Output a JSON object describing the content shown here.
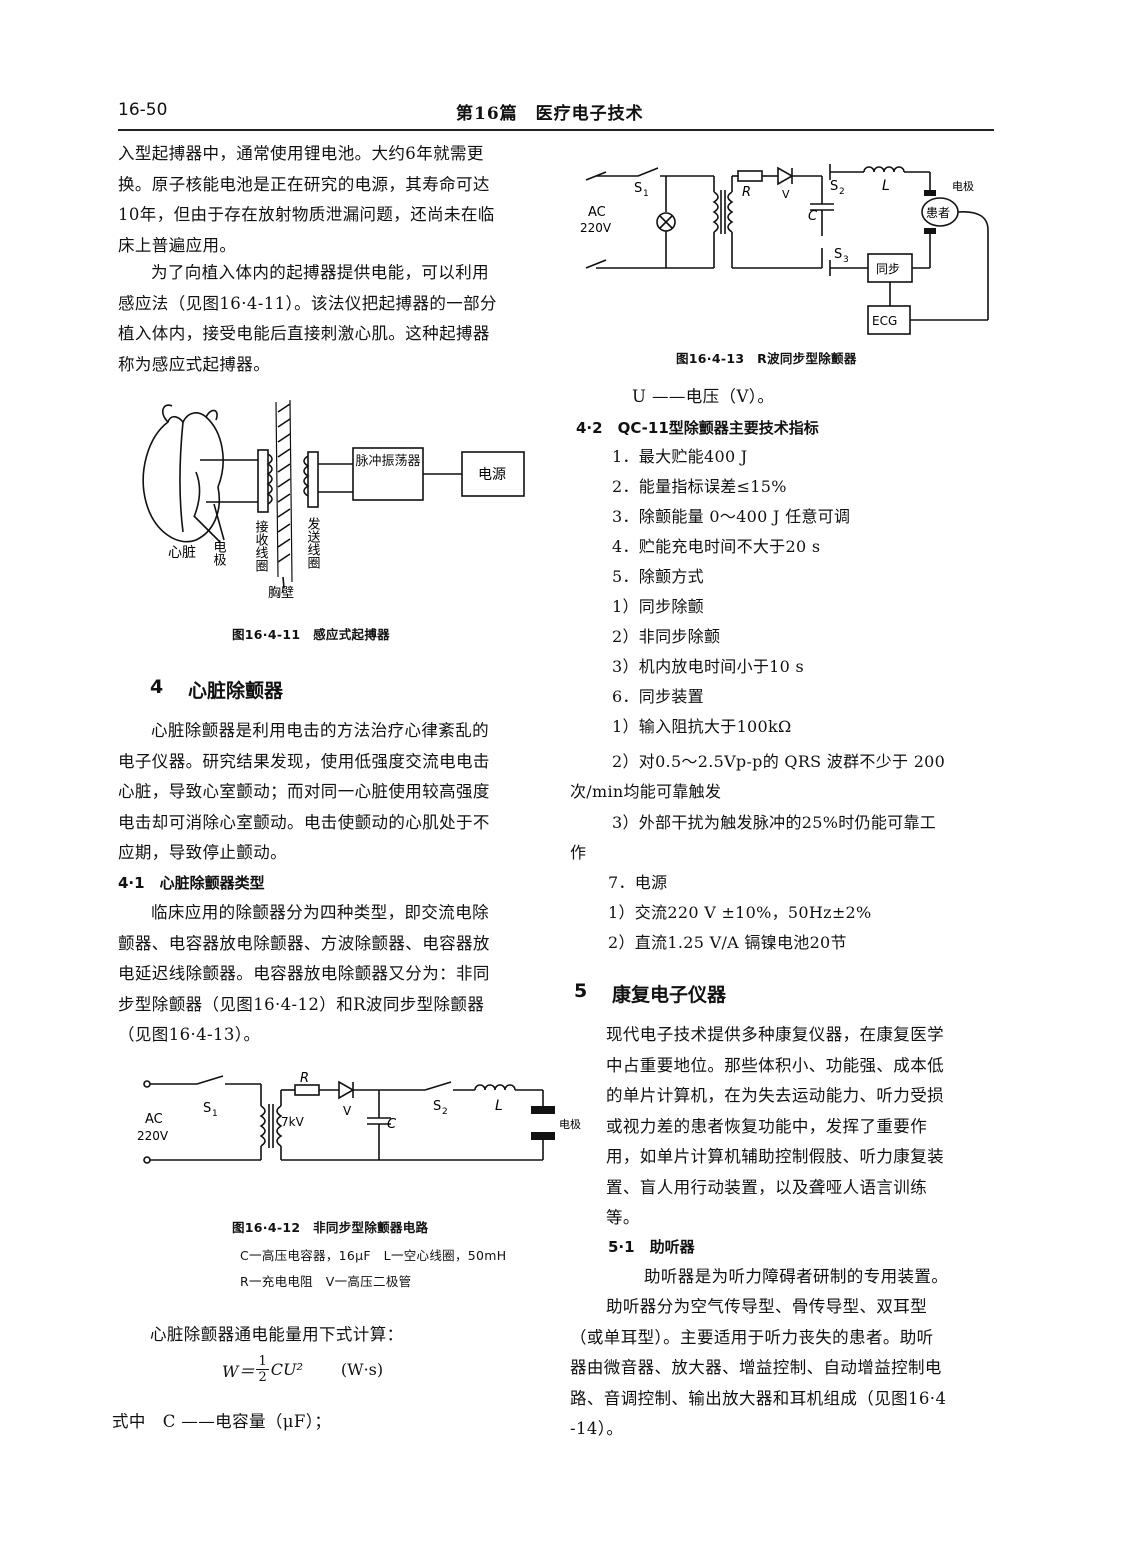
{
  "header": {
    "page_number": "16-50",
    "title": "第16篇　医疗电子技术"
  },
  "left": {
    "para1": [
      "入型起搏器中，通常使用锂电池。大约6年就需更",
      "换。原子核能电池是正在研究的电源，其寿命可达",
      "10年，但由于存在放射物质泄漏问题，还尚未在临",
      "床上普遍应用。"
    ],
    "para2": [
      "为了向植入体内的起搏器提供电能，可以利用",
      "感应法（见图16·4-11）。该法仪把起搏器的一部分",
      "植入体内，接受电能后直接刺激心肌。这种起搏器",
      "称为感应式起搏器。"
    ],
    "fig11": {
      "heart": "心脏",
      "electrode": "电极",
      "recv_coil": "接收线圈",
      "send_coil": "发送线圈",
      "chest": "胸壁",
      "pulse_osc": "脉冲振荡器",
      "power": "电源",
      "caption": "图16·4-11　感应式起搏器"
    },
    "sec4_num": "4",
    "sec4_title": "心脏除颤器",
    "para3": [
      "心脏除颤器是利用电击的方法治疗心律紊乱的",
      "电子仪器。研究结果发现，使用低强度交流电电击",
      "心脏，导致心室颤动；而对同一心脏使用较高强度",
      "电击却可消除心室颤动。电击使颤动的心肌处于不",
      "应期，导致停止颤动。"
    ],
    "sec41": "4·1　心脏除颤器类型",
    "para4": [
      "临床应用的除颤器分为四种类型，即交流电除",
      "颤器、电容器放电除颤器、方波除颤器、电容器放",
      "电延迟线除颤器。电容器放电除颤器又分为：非同",
      "步型除颤器（见图16·4-12）和R波同步型除颤器",
      "（见图16·4-13）。"
    ],
    "fig12": {
      "ac": "AC",
      "v220": "220V",
      "s1": "S",
      "s1sub": "1",
      "r": "R",
      "v": "V",
      "kv": "7kV",
      "c": "C",
      "s2": "S",
      "s2sub": "2",
      "l": "L",
      "electrode": "电极",
      "caption": "图16·4-12　非同步型除颤器电路",
      "legend1": "C一高压电容器，16μF　L一空心线圈，50mH",
      "legend2": "R一充电电阻　V一高压二极管"
    },
    "formula_intro": "心脏除颤器通电能量用下式计算：",
    "formula_lhs": "W＝",
    "formula_num": "1",
    "formula_den": "2",
    "formula_rhs": "CU²",
    "formula_unit": "(W·s)",
    "where": "式中　C ——电容量（μF）；"
  },
  "right": {
    "fig13": {
      "ac": "AC",
      "v220": "220V",
      "s1": "S",
      "s1sub": "1",
      "r": "R",
      "v": "V",
      "s2": "S",
      "s2sub": "2",
      "s3": "S",
      "s3sub": "3",
      "c": "C",
      "l": "L",
      "electrode": "电极",
      "patient": "患者",
      "sync": "同步",
      "ecg": "ECG",
      "caption": "图16·4-13　R波同步型除颤器"
    },
    "u_def": "U ——电压（V）。",
    "sec42": "4·2　QC-11型除颤器主要技术指标",
    "items": [
      "1．最大贮能400 J",
      "2．能量指标误差≤15%",
      "3．除颤能量 0～400 J 任意可调",
      "4．贮能充电时间不大于20 s",
      "5．除颤方式",
      "1）同步除颤",
      "2）非同步除颤",
      "3）机内放电时间小于10 s",
      "6．同步装置",
      "1）输入阻抗大于100kΩ"
    ],
    "item_qrs": [
      "2）对0.5～2.5Vp-p的 QRS 波群不少于 200",
      "次/min均能可靠触发"
    ],
    "item_noise": [
      "3）外部干扰为触发脉冲的25%时仍能可靠工",
      "作"
    ],
    "items2": [
      "7．电源",
      "1）交流220 V ±10%，50Hz±2%",
      "2）直流1.25 V/A 镉镍电池20节"
    ],
    "sec5_num": "5",
    "sec5_title": "康复电子仪器",
    "para5": [
      "现代电子技术提供多种康复仪器，在康复医学",
      "中占重要地位。那些体积小、功能强、成本低",
      "的单片计算机，在为失去运动能力、听力受损",
      "或视力差的患者恢复功能中，发挥了重要作",
      "用，如单片计算机辅助控制假肢、听力康复装",
      "置、盲人用行动装置，以及聋哑人语言训练",
      "等。"
    ],
    "sec51": "5·1　助听器",
    "para6": [
      "助听器是为听力障碍者研制的专用装置。"
    ],
    "para7": [
      "助听器分为空气传导型、骨传导型、双耳型",
      "（或单耳型）。主要适用于听力丧失的患者。助听",
      "器由微音器、放大器、增益控制、自动增益控制电",
      "路、音调控制、输出放大器和耳机组成（见图16·4",
      "-14）。"
    ]
  }
}
